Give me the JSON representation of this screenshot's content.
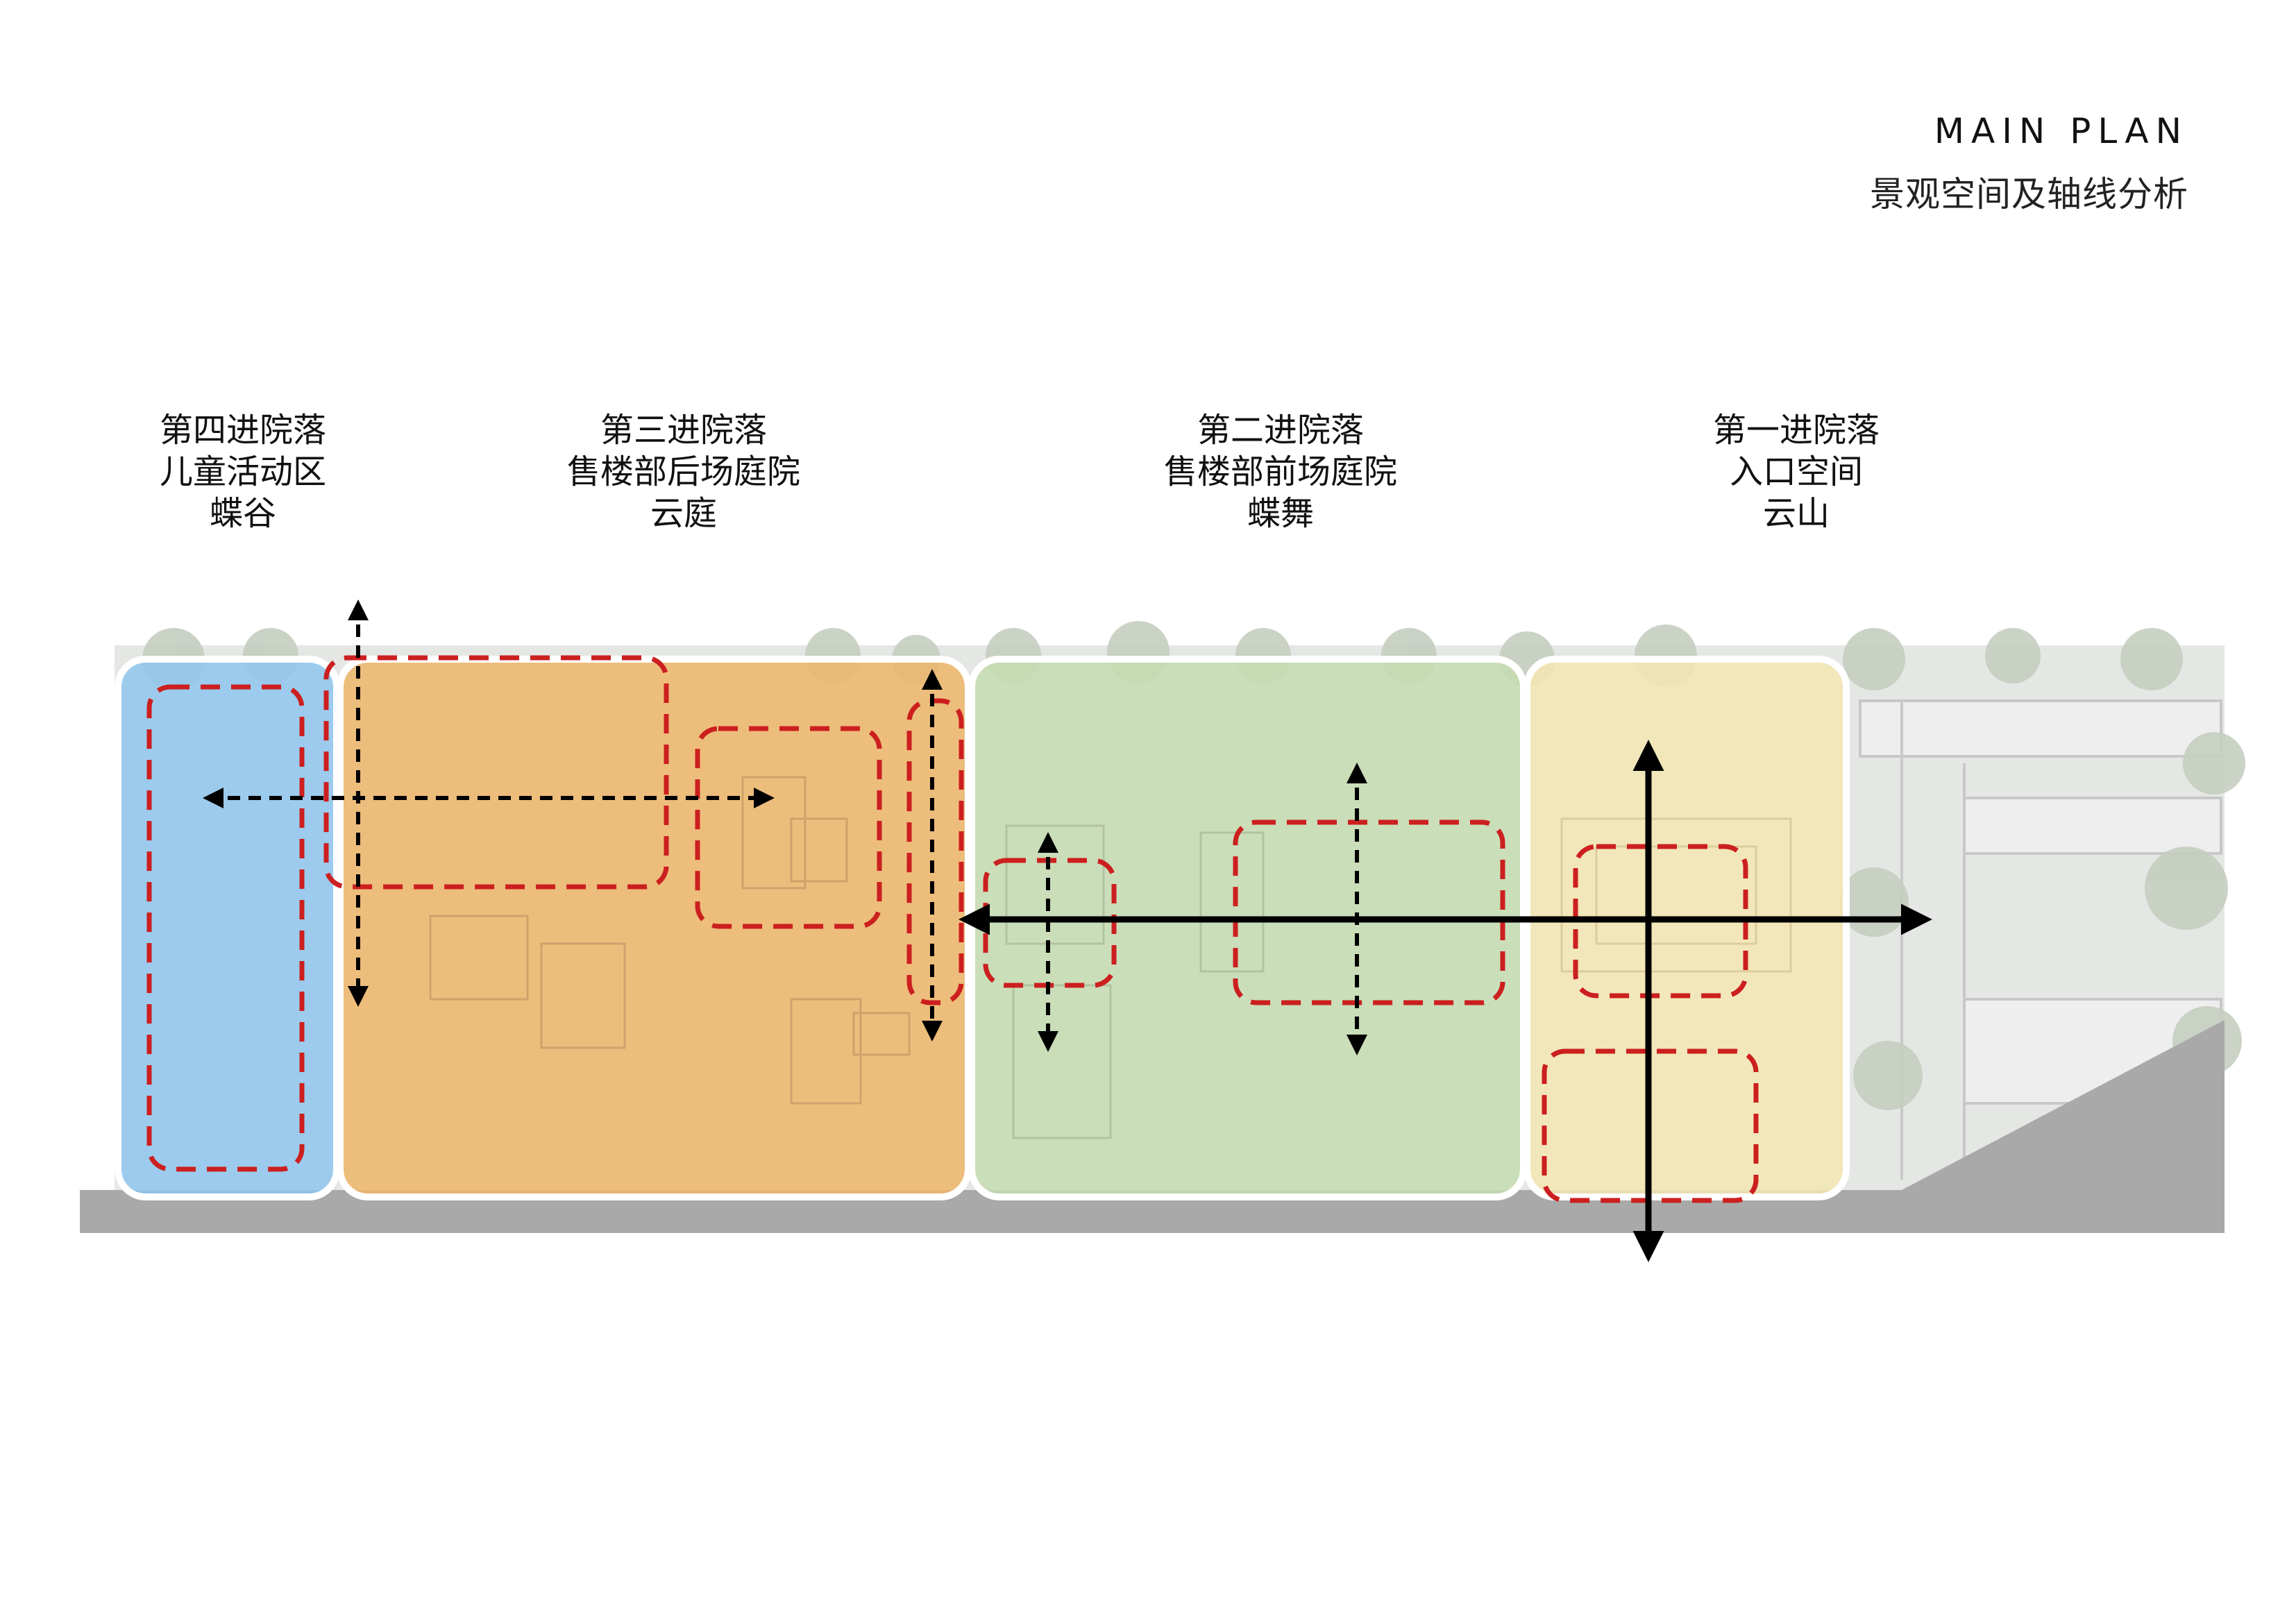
{
  "header": {
    "title_en": "MAIN PLAN",
    "title_cn": "景观空间及轴线分析"
  },
  "zones": [
    {
      "line1": "第四进院落",
      "line2": "儿童活动区",
      "line3": "蝶谷",
      "color": "#8fc6ee"
    },
    {
      "line1": "第三进院落",
      "line2": "售楼部后场庭院",
      "line3": "云庭",
      "color": "#efb56a"
    },
    {
      "line1": "第二进院落",
      "line2": "售楼部前场庭院",
      "line3": "蝶舞",
      "color": "#c5dcb2"
    },
    {
      "line1": "第一进院落",
      "line2": "入口空间",
      "line3": "云山",
      "color": "#f5e6b3"
    }
  ],
  "colors": {
    "dashed_box": "#cc1f1f",
    "axis": "#000000",
    "road": "#a9a9a9",
    "site_bg": "#e3e6e2",
    "tree": "#b9c3b3"
  }
}
